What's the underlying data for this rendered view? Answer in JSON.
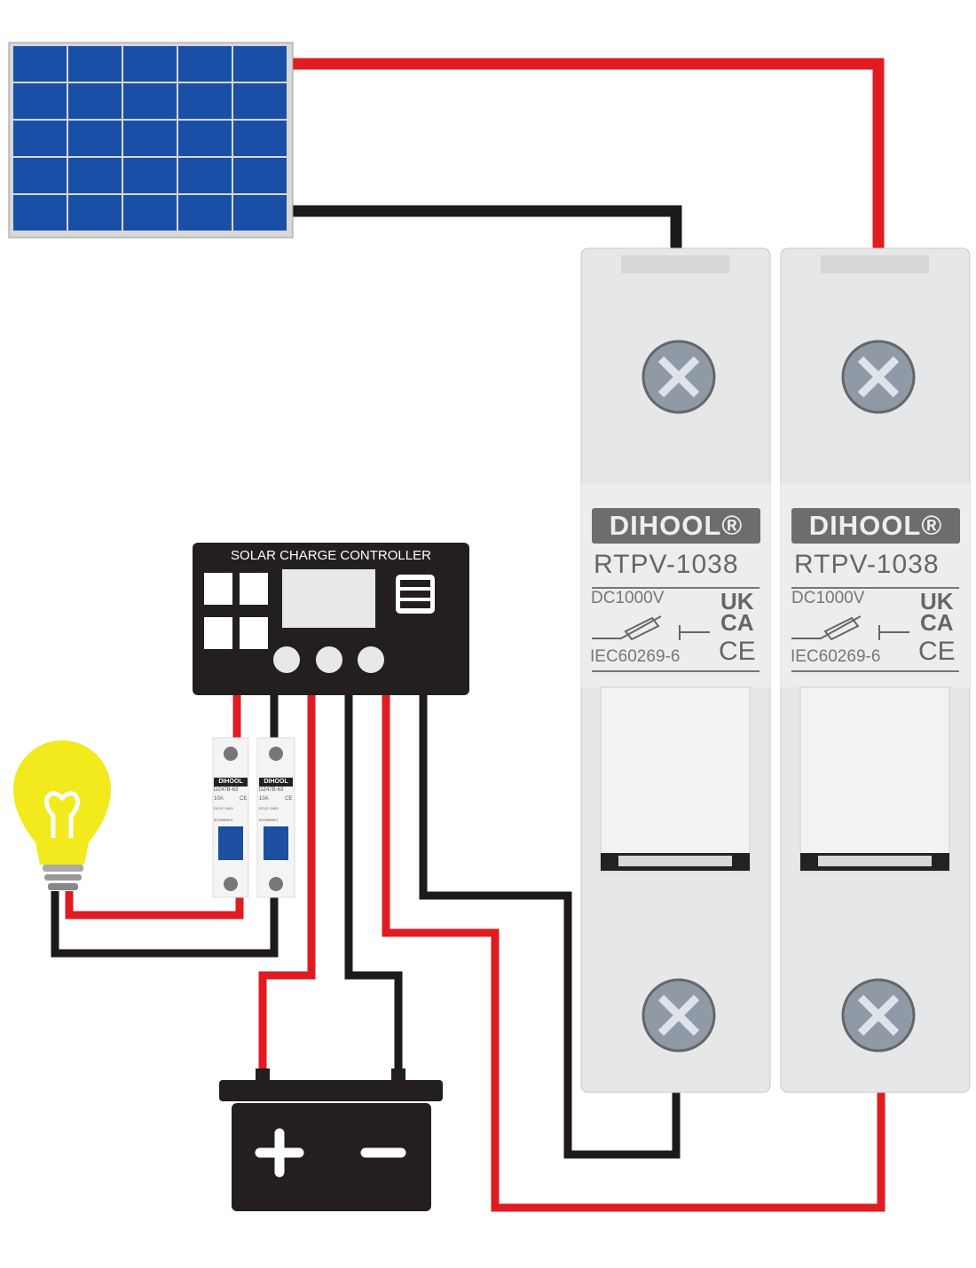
{
  "controller": {
    "title": "SOLAR CHARGE CONTROLLER"
  },
  "fuse_holders": [
    {
      "brand": "DIHOOL®",
      "model": "RTPV-1038",
      "voltage": "DC1000V",
      "marks": [
        "UK",
        "CA",
        "CE"
      ],
      "standard": "IEC60269-6"
    },
    {
      "brand": "DIHOOL®",
      "model": "RTPV-1038",
      "voltage": "DC1000V",
      "marks": [
        "UK",
        "CA",
        "CE"
      ],
      "standard": "IEC60269-6"
    }
  ],
  "breakers": [
    {
      "brand": "DIHOOL",
      "model": "DZ47B-63",
      "rating": "10A",
      "mark": "CE",
      "voltage": "DC12~240V",
      "standard": "IEC60898-2"
    },
    {
      "brand": "DIHOOL",
      "model": "DZ47B-63",
      "rating": "10A",
      "mark": "CE",
      "voltage": "DC12~240V",
      "standard": "IEC60898-2"
    }
  ],
  "colors": {
    "positive_wire": "#e01b22",
    "negative_wire": "#1e1a18",
    "panel": "#1a4fa8",
    "bulb": "#f2ea1d"
  }
}
